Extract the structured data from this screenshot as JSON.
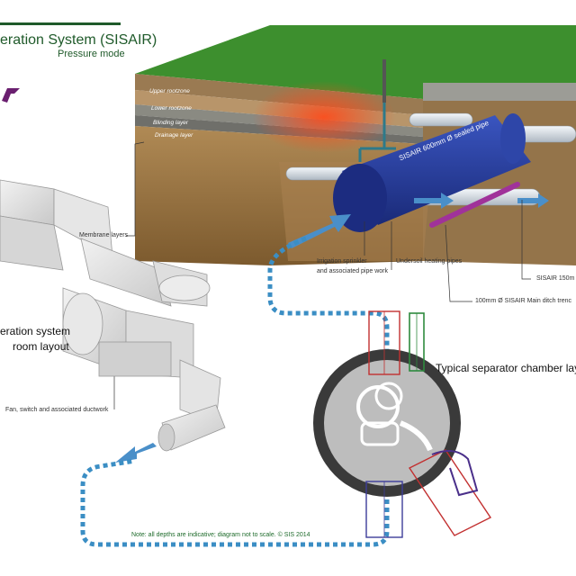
{
  "header": {
    "title": "eration System (SISAIR)",
    "subtitle": "Pressure mode"
  },
  "diagram": {
    "layers": [
      "Upper rootzone",
      "Lower rootzone",
      "Blinding layer",
      "Drainage layer"
    ],
    "sealed_pipe_label": "SISAIR 600mm Ø sealed pipe",
    "labels": {
      "membrane": "Membrane layers",
      "irrigation_line1": "Irrigation sprinkler",
      "irrigation_line2": "and associated pipe work",
      "undersoil": "Undersoil heating pipes",
      "sisair150": "SISAIR 150m",
      "ditch": "100mm Ø SISAIR Main ditch trenc",
      "plant_line1": "eration system",
      "plant_line2": "room layout",
      "fan": "Fan, switch and associated ductwork",
      "separator": "Typical separator chamber layo"
    },
    "note": "Note: all depths are indicative; diagram not to scale. © SIS 2014",
    "colors": {
      "brand_green": "#1f5a2a",
      "turf": "#3d8f2e",
      "soil": "#8a6a3e",
      "sealed_pipe": "#233a9a",
      "air_arrow": "#4a8fc9",
      "heating_pipe": "#a0329a",
      "chamber_red": "#c23030",
      "chamber_blue": "#3d3d9a",
      "chamber_green": "#2e8a3e"
    }
  }
}
